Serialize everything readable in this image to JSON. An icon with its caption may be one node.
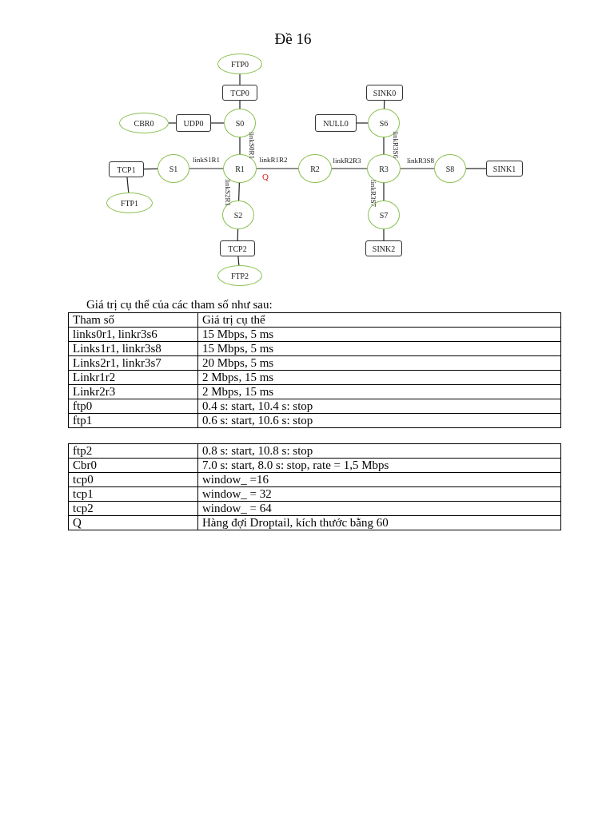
{
  "diagram": {
    "title": "Đề 16",
    "nodes": [
      {
        "text": [
          "FTP0"
        ]
      },
      {
        "text": [
          "TCP0"
        ]
      },
      {
        "text": [
          "SINK0"
        ]
      },
      {
        "text": [
          "CBR0"
        ]
      },
      {
        "text": [
          "UDP0"
        ]
      },
      {
        "text": [
          "S0"
        ]
      },
      {
        "text": [
          "NULL0"
        ]
      },
      {
        "text": [
          "S6"
        ]
      },
      {
        "text": [
          "TCP1"
        ]
      },
      {
        "text": [
          "S1"
        ]
      },
      {
        "text": [
          "R1"
        ]
      },
      {
        "text": [
          "R2"
        ]
      },
      {
        "text": [
          "R3"
        ]
      },
      {
        "text": [
          "S8"
        ]
      },
      {
        "text": [
          "SINK1"
        ]
      },
      {
        "text": [
          "FTP1"
        ]
      },
      {
        "text": [
          "S2"
        ]
      },
      {
        "text": [
          "S7"
        ]
      },
      {
        "text": [
          "TCP2"
        ]
      },
      {
        "text": [
          "SINK2"
        ]
      },
      {
        "text": [
          "FTP2"
        ]
      }
    ],
    "edges": [
      {
        "from": 0,
        "to": 1,
        "arrow": "none"
      },
      {
        "from": 1,
        "to": 5,
        "arrow": "none"
      },
      {
        "from": 3,
        "to": 4,
        "arrow": "none"
      },
      {
        "from": 4,
        "to": 5,
        "arrow": "none"
      },
      {
        "from": 2,
        "to": 7,
        "arrow": "none"
      },
      {
        "from": 6,
        "to": 7,
        "arrow": "none"
      },
      {
        "from": 5,
        "to": 10,
        "arrow": "none",
        "label": "linkS0R1"
      },
      {
        "from": 8,
        "to": 9,
        "arrow": "none"
      },
      {
        "from": 9,
        "to": 10,
        "arrow": "none",
        "label": "linkS1R1"
      },
      {
        "from": 10,
        "to": 11,
        "arrow": "none",
        "label": "linkR1R2"
      },
      {
        "from": 11,
        "to": 12,
        "arrow": "none",
        "label": "linkR2R3"
      },
      {
        "from": 12,
        "to": 13,
        "arrow": "none",
        "label": "linkR3S8"
      },
      {
        "from": 13,
        "to": 14,
        "arrow": "none"
      },
      {
        "from": 7,
        "to": 12,
        "arrow": "none",
        "label": "linkR3S6"
      },
      {
        "from": 8,
        "to": 15,
        "arrow": "none"
      },
      {
        "from": 10,
        "to": 16,
        "arrow": "none",
        "label": "linkS2R1"
      },
      {
        "from": 12,
        "to": 17,
        "arrow": "none",
        "label": "linkR3S7"
      },
      {
        "from": 16,
        "to": 18,
        "arrow": "none"
      },
      {
        "from": 17,
        "to": 19,
        "arrow": "none"
      },
      {
        "from": 18,
        "to": 20,
        "arrow": "none"
      }
    ],
    "labels": [
      "Q",
      "Giá trị cụ thể của các tham số như sau:",
      "Tham số",
      "Giá trị cụ thể",
      "links0r1, linkr3s6",
      "15 Mbps, 5 ms",
      "Links1r1, linkr3s8",
      "15 Mbps, 5 ms",
      "Links2r1, linkr3s7",
      "20 Mbps, 5 ms",
      "Linkr1r2",
      "2 Mbps, 15 ms",
      "Linkr2r3",
      "2 Mbps, 15 ms",
      "ftp0",
      "0.4 s: start, 10.4 s: stop",
      "ftp1",
      "0.6 s: start, 10.6 s: stop",
      "ftp2",
      "0.8 s: start, 10.8 s: stop",
      "Cbr0",
      "7.0 s: start, 8.0 s: stop, rate = 1,5 Mbps",
      "tcp0",
      "window_ =16",
      "tcp1",
      "window_ = 32",
      "tcp2",
      "window_ = 64",
      "Q",
      "Hàng đợi Droptail, kích thước bằng 60"
    ]
  }
}
